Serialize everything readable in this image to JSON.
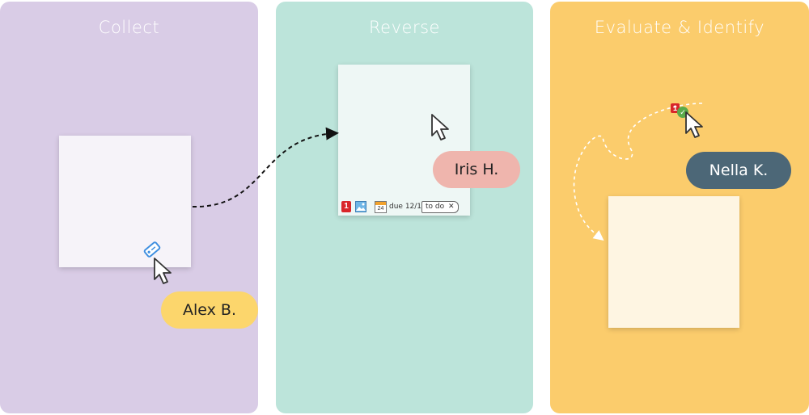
{
  "colors": {
    "collect_bg": "#d9cce6",
    "reverse_bg": "#bce4da",
    "evaluate_bg": "#fbcc6c",
    "alex_pill": "#fcd66c",
    "iris_pill": "#efb5ad",
    "nella_pill": "#4c6777"
  },
  "columns": {
    "collect": {
      "title": "Collect"
    },
    "reverse": {
      "title": "Reverse"
    },
    "evaluate": {
      "title": "Evaluate & Identify"
    }
  },
  "users": {
    "alex": "Alex B.",
    "iris": "Iris H.",
    "nella": "Nella K."
  },
  "card_tags": {
    "priority": "1",
    "calendar_day": "24",
    "due": "due 12/1",
    "status": "to do",
    "status_close_icon": "close-icon"
  },
  "eval_badge": {
    "count": "1",
    "icon": "check-icon"
  }
}
